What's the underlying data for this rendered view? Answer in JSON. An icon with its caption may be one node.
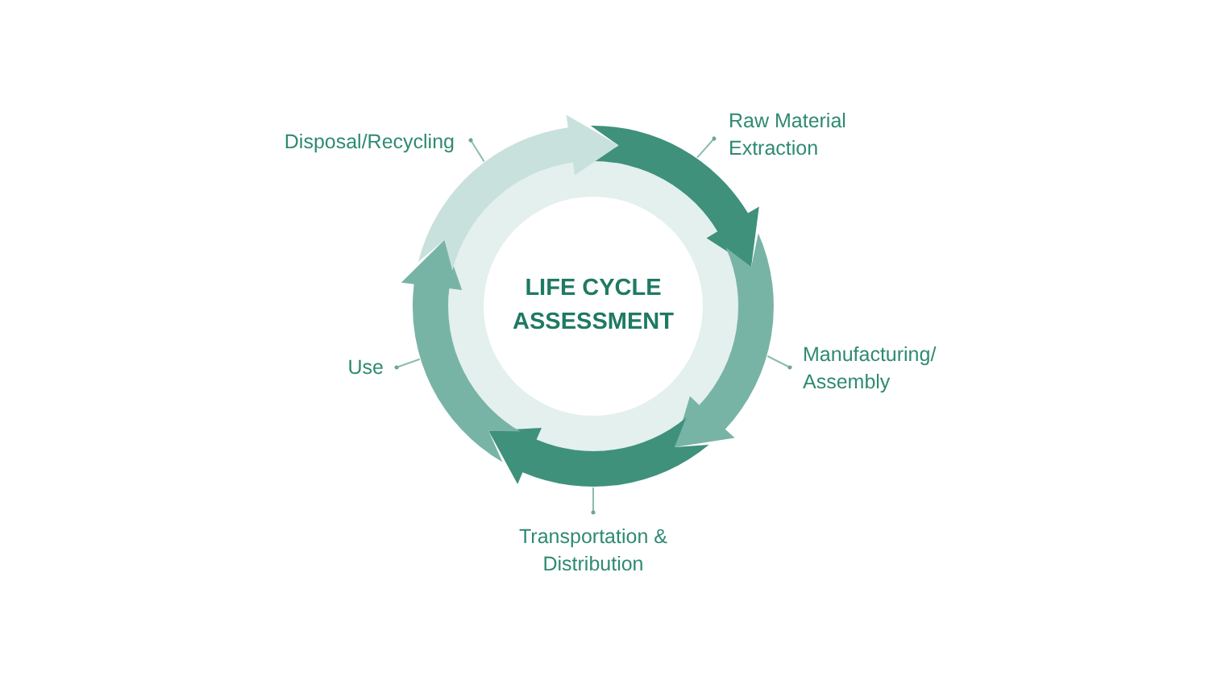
{
  "diagram": {
    "nodes": [
      {
        "text": [
          "LIFE CYCLE ASSESSMENT"
        ]
      },
      {
        "text": [
          "Raw Material Extraction"
        ]
      },
      {
        "text": [
          "Manufacturing/ Assembly"
        ]
      },
      {
        "text": [
          "Transportation & Distribution"
        ]
      },
      {
        "text": [
          "Use"
        ]
      },
      {
        "text": [
          "Disposal/Recycling"
        ]
      }
    ],
    "edges": [
      {
        "from": 1,
        "to": 2,
        "arrow": "to",
        "style": "thick",
        "color": "#3f917c"
      },
      {
        "from": 2,
        "to": 3,
        "arrow": "to",
        "style": "thick",
        "color": "#78b4a6"
      },
      {
        "from": 3,
        "to": 4,
        "arrow": "to",
        "style": "thick",
        "color": "#3f917c"
      },
      {
        "from": 4,
        "to": 5,
        "arrow": "to",
        "style": "thick",
        "color": "#78b4a6"
      },
      {
        "from": 5,
        "to": 1,
        "arrow": "to",
        "style": "thick",
        "color": "#c9e1dc"
      },
      {
        "from": 1,
        "to": null,
        "arrow": "other"
      },
      {
        "from": 2,
        "to": null,
        "arrow": "other"
      },
      {
        "from": 3,
        "to": null,
        "arrow": "other"
      },
      {
        "from": 4,
        "to": null,
        "arrow": "other"
      },
      {
        "from": 5,
        "to": null,
        "arrow": "other"
      }
    ]
  }
}
